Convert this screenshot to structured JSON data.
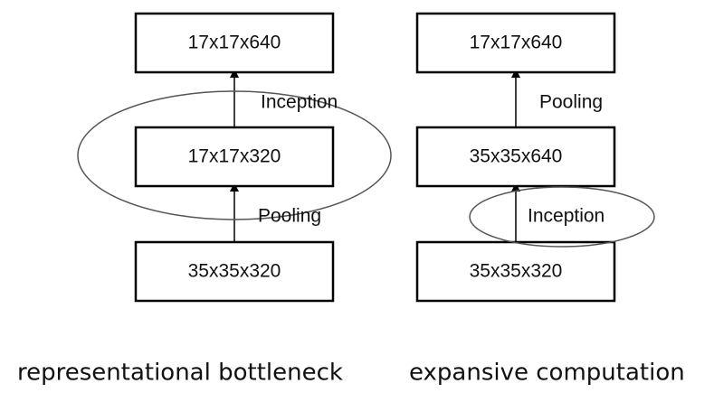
{
  "colors": {
    "stroke": "#000000",
    "ellipse": "#555555",
    "text": "#111111",
    "background": "#ffffff"
  },
  "left_diagram": {
    "top_box": "17x17x640",
    "middle_box": "17x17x320",
    "bottom_box": "35x35x320",
    "upper_edge_label": "Inception",
    "lower_edge_label": "Pooling",
    "caption": "representational bottleneck"
  },
  "right_diagram": {
    "top_box": "17x17x640",
    "middle_box": "35x35x640",
    "bottom_box": "35x35x320",
    "upper_edge_label": "Pooling",
    "lower_edge_label": "Inception",
    "caption": "expansive computation"
  }
}
